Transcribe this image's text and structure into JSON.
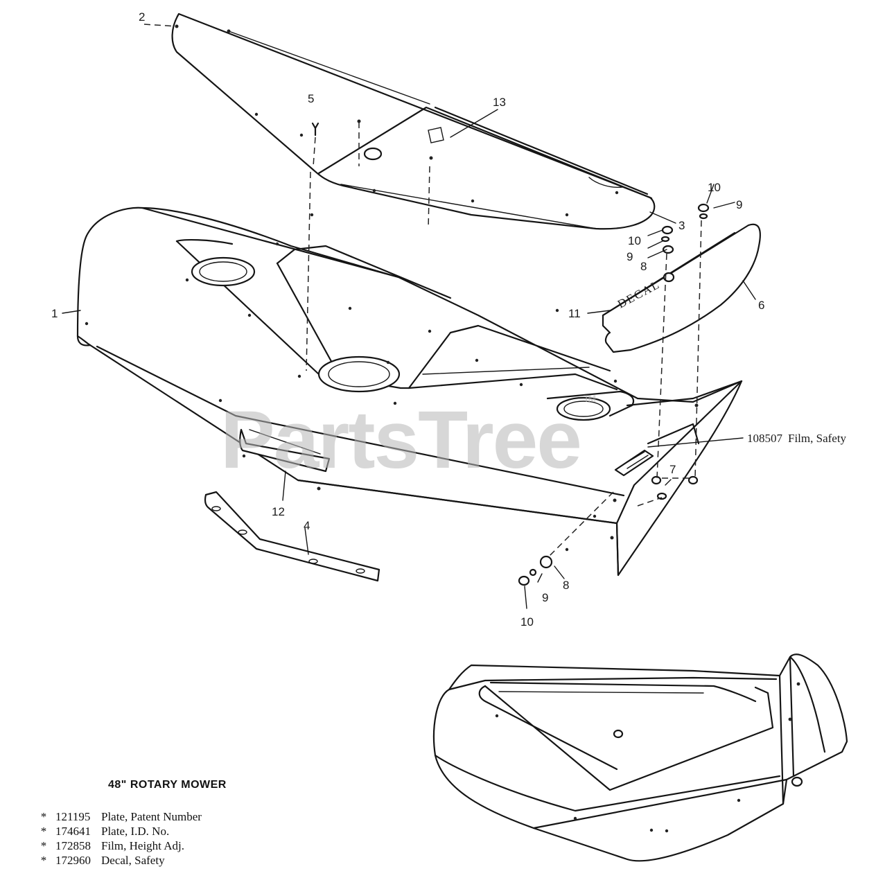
{
  "watermark": {
    "text": "PartsTree",
    "tm": "TM"
  },
  "title": "48\" ROTARY MOWER",
  "callout": {
    "part": "108507",
    "desc": "Film, Safety"
  },
  "part_labels": [
    {
      "id": "p1",
      "text": "1"
    },
    {
      "id": "p2",
      "text": "2"
    },
    {
      "id": "p3",
      "text": "3"
    },
    {
      "id": "p4",
      "text": "4"
    },
    {
      "id": "p5",
      "text": "5"
    },
    {
      "id": "p6",
      "text": "6"
    },
    {
      "id": "p7",
      "text": "7"
    },
    {
      "id": "p8a",
      "text": "8"
    },
    {
      "id": "p8b",
      "text": "8"
    },
    {
      "id": "p9a",
      "text": "9"
    },
    {
      "id": "p9b",
      "text": "9"
    },
    {
      "id": "p9c",
      "text": "9"
    },
    {
      "id": "p10a",
      "text": "10"
    },
    {
      "id": "p10b",
      "text": "10"
    },
    {
      "id": "p10c",
      "text": "10"
    },
    {
      "id": "p11",
      "text": "11"
    },
    {
      "id": "p12",
      "text": "12"
    },
    {
      "id": "p13",
      "text": "13"
    }
  ],
  "legend": [
    {
      "mark": "*",
      "part": "121195",
      "desc": "Plate, Patent Number"
    },
    {
      "mark": "*",
      "part": "174641",
      "desc": "Plate, I.D. No."
    },
    {
      "mark": "*",
      "part": "172858",
      "desc": "Film, Height Adj."
    },
    {
      "mark": "*",
      "part": "172960",
      "desc": "Decal, Safety"
    }
  ],
  "decal_text": "DECAL"
}
